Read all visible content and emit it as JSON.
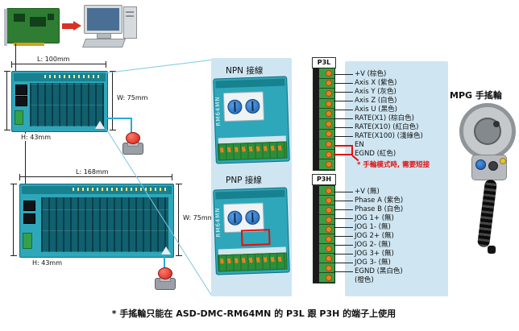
{
  "panels": {
    "npn_title": "NPN 接線",
    "pnp_title": "PNP 接線"
  },
  "closeup": {
    "model": "RM64MN"
  },
  "modules": {
    "m1": {
      "l": "L: 100mm",
      "w": "W: 75mm",
      "h": "H: 43mm"
    },
    "m2": {
      "l": "L: 168mm",
      "w": "W: 75mm",
      "h": "H: 43mm"
    }
  },
  "p3l": {
    "title": "P3L",
    "pins": [
      "+V (棕色)",
      "Axis X (紫色)",
      "Axis Y (灰色)",
      "Axis Z (白色)",
      "Axis U (黑色)",
      "RATE(X1) (棕白色)",
      "RATE(X10) (紅白色)",
      "RATE(X100) (淺綠色)",
      "EN",
      "EGND (紅色)"
    ],
    "red_pins": [
      8,
      9
    ],
    "note": "* 手輪模式時, 需要短接",
    "terminals": 10
  },
  "p3h": {
    "title": "P3H",
    "pins": [
      "+V (無)",
      "Phase A (紫色)",
      "Phase B (白色)",
      "JOG 1+ (無)",
      "JOG 1- (無)",
      "JOG 2+ (無)",
      "JOG 2- (無)",
      "JOG 3+ (無)",
      "JOG 3- (無)",
      "EGND (黑白色)",
      "(橙色)"
    ],
    "terminals": 10
  },
  "mpg": {
    "label": "MPG 手搖輪"
  },
  "caption": "* 手搖輪只能在 ASD-DMC-RM64MN 的 P3L 跟 P3H 的端子上使用",
  "colors": {
    "module_teal": "#2ea7ba",
    "panel_blue": "#cfe6f2",
    "accent_red": "#e01010",
    "line_blue": "#29a8dc",
    "terminal_green": "#3f9c46",
    "screw_orange": "#e8821e"
  }
}
